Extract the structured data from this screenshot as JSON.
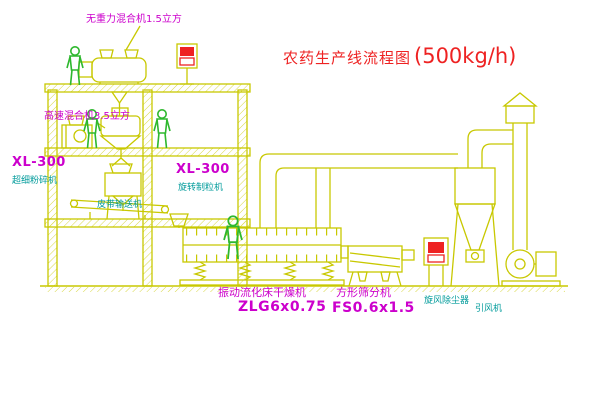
{
  "title": {
    "text": "农药生产线流程图",
    "capacity": "(500kg/h)"
  },
  "equipment_labels": {
    "top_mixer": "无重力混合机1.5立方",
    "high_speed_mixer": "高速混合机3.5立方",
    "left_crusher": {
      "model": "XL-300",
      "name": "超细粉碎机"
    },
    "mid_crusher": {
      "model": "XL-300",
      "name": "旋转制粒机"
    },
    "belt_conveyor": "皮带输送机",
    "fluid_bed_dryer": {
      "name": "振动流化床干燥机",
      "model": "ZLG6x0.75"
    },
    "square_sieve": {
      "name": "方形筛分机",
      "model": "FS0.6x1.5"
    },
    "cyclone_dust_collector": "旋风除尘器",
    "induced_draft_fan": "引风机"
  },
  "colors": {
    "line_yellow": "#c8c800",
    "figure_green": "#2eb82e",
    "label_magenta": "#cc00cc",
    "label_teal": "#009b9b",
    "title_red": "#ee2222",
    "cabinet_red": "#ee2222",
    "background": "#ffffff"
  }
}
